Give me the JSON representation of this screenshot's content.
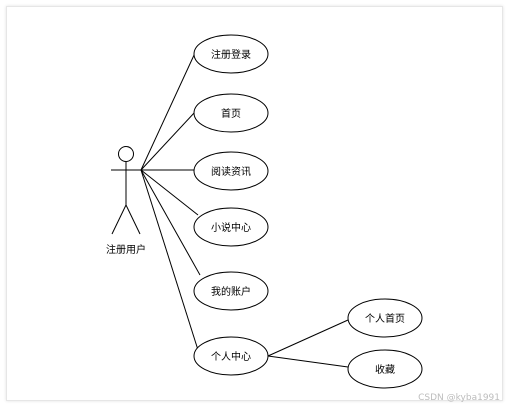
{
  "diagram": {
    "actor": {
      "label": "注册用户"
    },
    "use_cases": [
      {
        "id": "register-login",
        "label": "注册登录"
      },
      {
        "id": "home",
        "label": "首页"
      },
      {
        "id": "read-news",
        "label": "阅读资讯"
      },
      {
        "id": "novel-center",
        "label": "小说中心"
      },
      {
        "id": "my-account",
        "label": "我的账户"
      },
      {
        "id": "personal-center",
        "label": "个人中心"
      },
      {
        "id": "personal-home",
        "label": "个人首页"
      },
      {
        "id": "favorites",
        "label": "收藏"
      }
    ],
    "colors": {
      "line": "#000000",
      "background": "#ffffff",
      "watermark": "#bdbdbd"
    }
  },
  "watermark": {
    "text": "CSDN @kyba1991"
  }
}
